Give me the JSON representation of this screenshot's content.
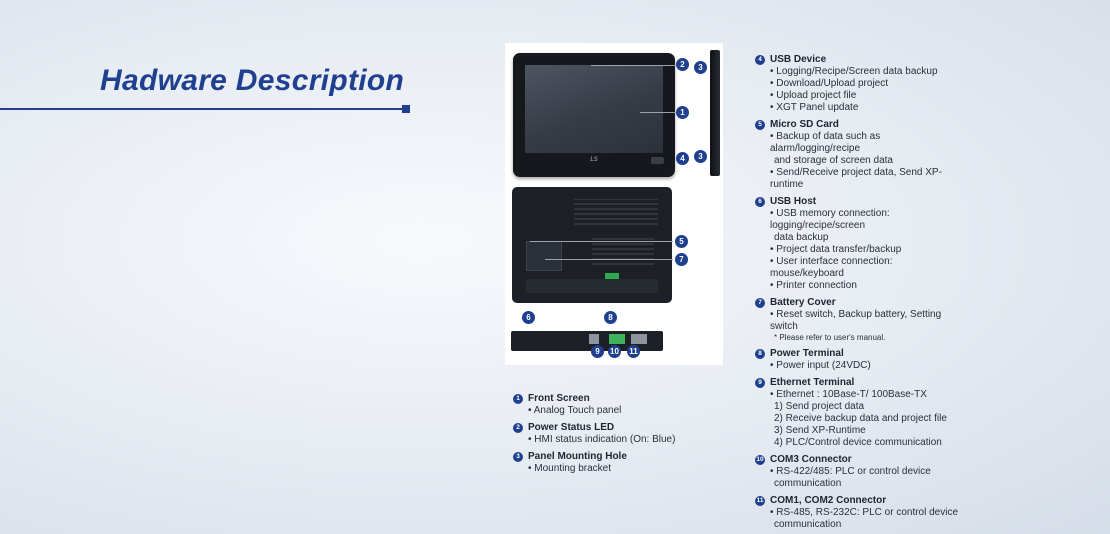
{
  "page": {
    "title": "Hadware Description"
  },
  "figure": {
    "brand": "LS",
    "badges": [
      "1",
      "2",
      "3",
      "4",
      "5",
      "6",
      "7",
      "8",
      "9",
      "10",
      "11"
    ]
  },
  "legend_left": [
    {
      "num": "1",
      "title": "Front Screen",
      "lines": [
        "• Analog Touch panel"
      ]
    },
    {
      "num": "2",
      "title": "Power Status LED",
      "lines": [
        "• HMI status indication (On: Blue)"
      ]
    },
    {
      "num": "3",
      "title": "Panel Mounting Hole",
      "lines": [
        "• Mounting bracket"
      ]
    }
  ],
  "legend_right": [
    {
      "num": "4",
      "title": "USB Device",
      "lines": [
        "• Logging/Recipe/Screen data backup",
        "• Download/Upload project",
        "• Upload project file",
        "• XGT Panel update"
      ]
    },
    {
      "num": "5",
      "title": "Micro SD Card",
      "lines": [
        "• Backup of data such as alarm/logging/recipe",
        "and storage of screen data",
        "• Send/Receive project data, Send XP-runtime"
      ]
    },
    {
      "num": "6",
      "title": "USB Host",
      "lines": [
        "• USB memory connection: logging/recipe/screen",
        "data backup",
        "• Project data transfer/backup",
        "• User interface connection: mouse/keyboard",
        "• Printer connection"
      ]
    },
    {
      "num": "7",
      "title": "Battery Cover",
      "lines": [
        "• Reset switch, Backup battery, Setting switch"
      ],
      "note": "* Please refer to user's manual."
    },
    {
      "num": "8",
      "title": "Power Terminal",
      "lines": [
        "• Power input (24VDC)"
      ]
    },
    {
      "num": "9",
      "title": "Ethernet Terminal",
      "lines": [
        "• Ethernet : 10Base-T/ 100Base-TX",
        "1) Send project data",
        "2) Receive backup data and project file",
        "3) Send XP-Runtime",
        "4) PLC/Control device communication"
      ]
    },
    {
      "num": "10",
      "title": "COM3 Connector",
      "lines": [
        "• RS-422/485: PLC or control device",
        "communication"
      ]
    },
    {
      "num": "11",
      "title": "COM1, COM2 Connector",
      "lines": [
        "• RS-485, RS-232C: PLC or control device",
        "communication"
      ]
    }
  ]
}
